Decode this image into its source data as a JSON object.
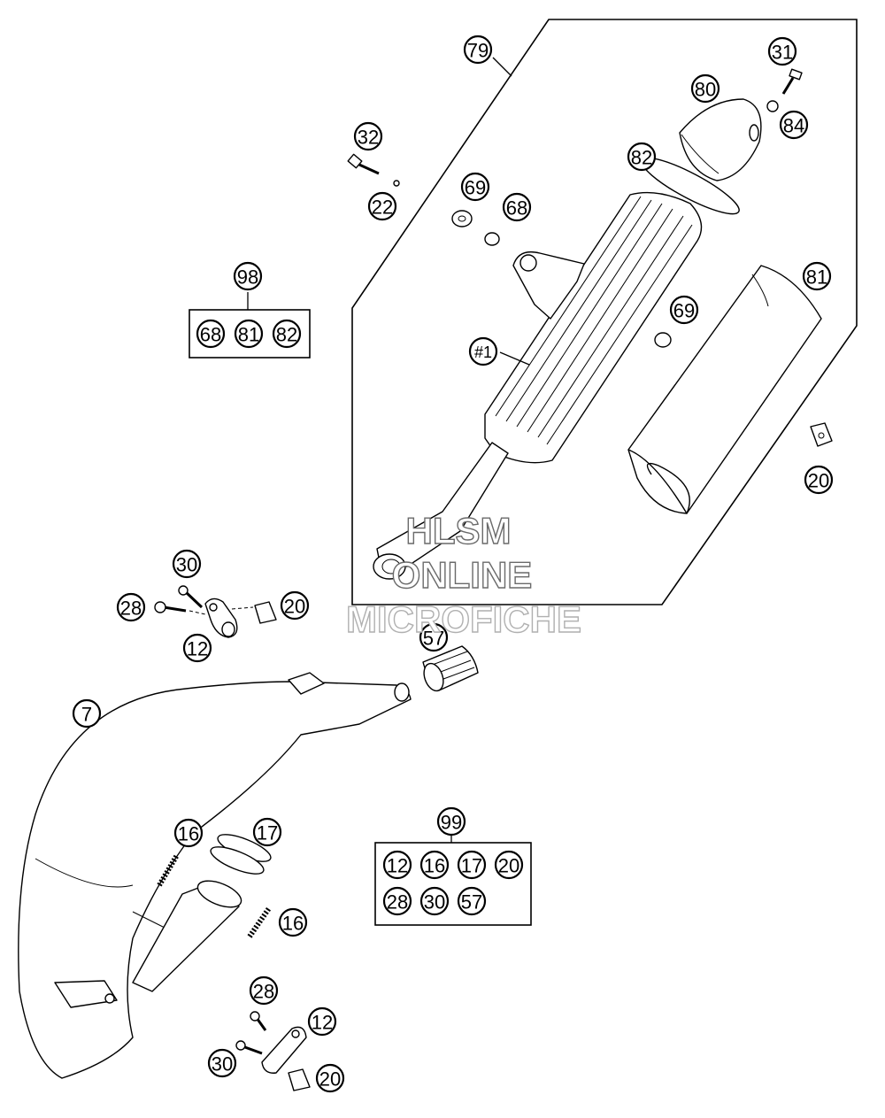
{
  "watermark": {
    "line1": "HLSM",
    "line2": "ONLINE",
    "line3": "MICROFICHE"
  },
  "callouts": [
    {
      "id": "c79",
      "label": "79"
    },
    {
      "id": "c31",
      "label": "31"
    },
    {
      "id": "c80",
      "label": "80"
    },
    {
      "id": "c84",
      "label": "84"
    },
    {
      "id": "c32",
      "label": "32"
    },
    {
      "id": "c22",
      "label": "22"
    },
    {
      "id": "c82",
      "label": "82"
    },
    {
      "id": "c69a",
      "label": "69"
    },
    {
      "id": "c68",
      "label": "68"
    },
    {
      "id": "c81",
      "label": "81"
    },
    {
      "id": "c69b",
      "label": "69"
    },
    {
      "id": "c1",
      "label": "#1"
    },
    {
      "id": "c20a",
      "label": "20"
    },
    {
      "id": "c30a",
      "label": "30"
    },
    {
      "id": "c28a",
      "label": "28"
    },
    {
      "id": "c20b",
      "label": "20"
    },
    {
      "id": "c12a",
      "label": "12"
    },
    {
      "id": "c57",
      "label": "57"
    },
    {
      "id": "c7",
      "label": "7"
    },
    {
      "id": "c16a",
      "label": "16"
    },
    {
      "id": "c17",
      "label": "17"
    },
    {
      "id": "c16b",
      "label": "16"
    },
    {
      "id": "c28b",
      "label": "28"
    },
    {
      "id": "c12b",
      "label": "12"
    },
    {
      "id": "c30b",
      "label": "30"
    },
    {
      "id": "c20c",
      "label": "20"
    }
  ],
  "kits": [
    {
      "id": "kit98",
      "label": "98",
      "contents": [
        "68",
        "81",
        "82"
      ]
    },
    {
      "id": "kit99",
      "label": "99",
      "contents": [
        "12",
        "16",
        "17",
        "20",
        "28",
        "30",
        "57"
      ]
    }
  ]
}
